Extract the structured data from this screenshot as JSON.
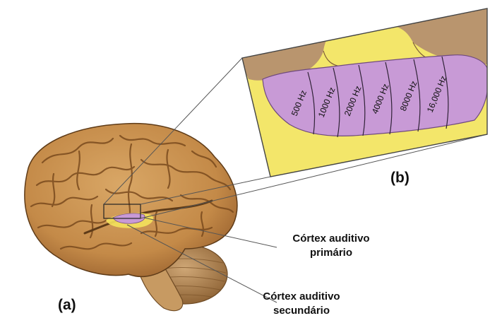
{
  "labels": {
    "panel_a": "(a)",
    "panel_b": "(b)",
    "primary_line1": "Córtex auditivo",
    "primary_line2": "primário",
    "secondary_line1": "Córtex auditivo",
    "secondary_line2": "secundário"
  },
  "frequency_bands": [
    "500 Hz",
    "1000 Hz",
    "2000 Hz",
    "4000 Hz",
    "8000 Hz",
    "16,000 Hz"
  ],
  "colors": {
    "brain": "#c9924f",
    "brain_dark": "#8a5a2b",
    "cortex_primary": "#c89ad6",
    "cortex_secondary": "#f4e25c",
    "inset_bg": "#f3e66a",
    "inset_tissue": "#b9956e"
  }
}
